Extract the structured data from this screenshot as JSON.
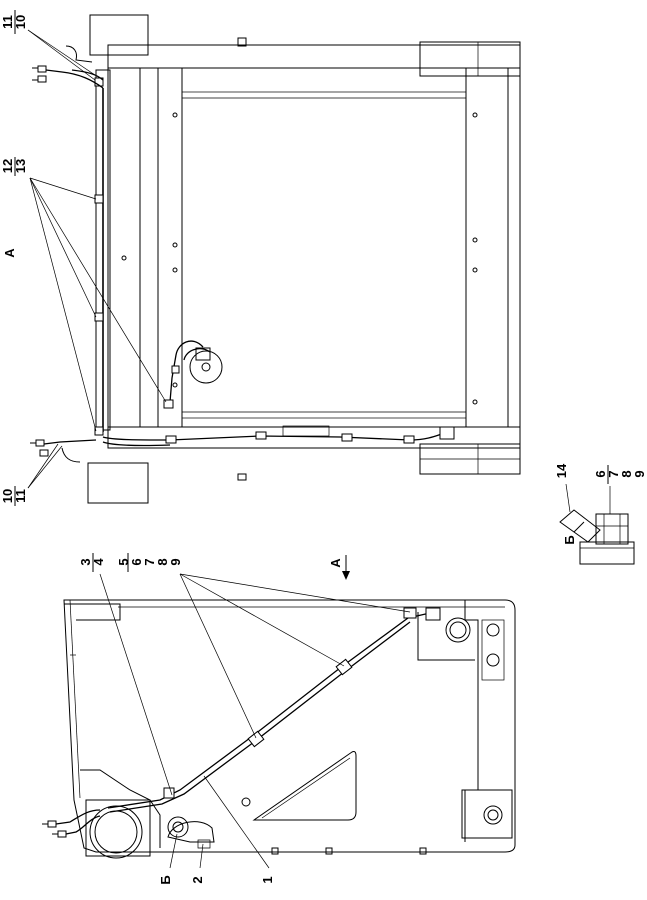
{
  "view_a": {
    "label": "А",
    "callouts": {
      "top_a": "11",
      "top_b": "10",
      "mid_a": "12",
      "mid_b": "13",
      "bot_a": "10",
      "bot_b": "11"
    }
  },
  "side_view": {
    "arrow_label": "А",
    "callouts": {
      "c3": "3",
      "c4": "4",
      "c5": "5",
      "c6": "6",
      "c7": "7",
      "c8": "8",
      "c9": "9",
      "b_label": "Б",
      "c2": "2",
      "c1": "1"
    }
  },
  "detail_b": {
    "label": "Б",
    "callouts": {
      "c14": "14",
      "c6": "6",
      "c7": "7",
      "c8": "8",
      "c9": "9"
    }
  }
}
